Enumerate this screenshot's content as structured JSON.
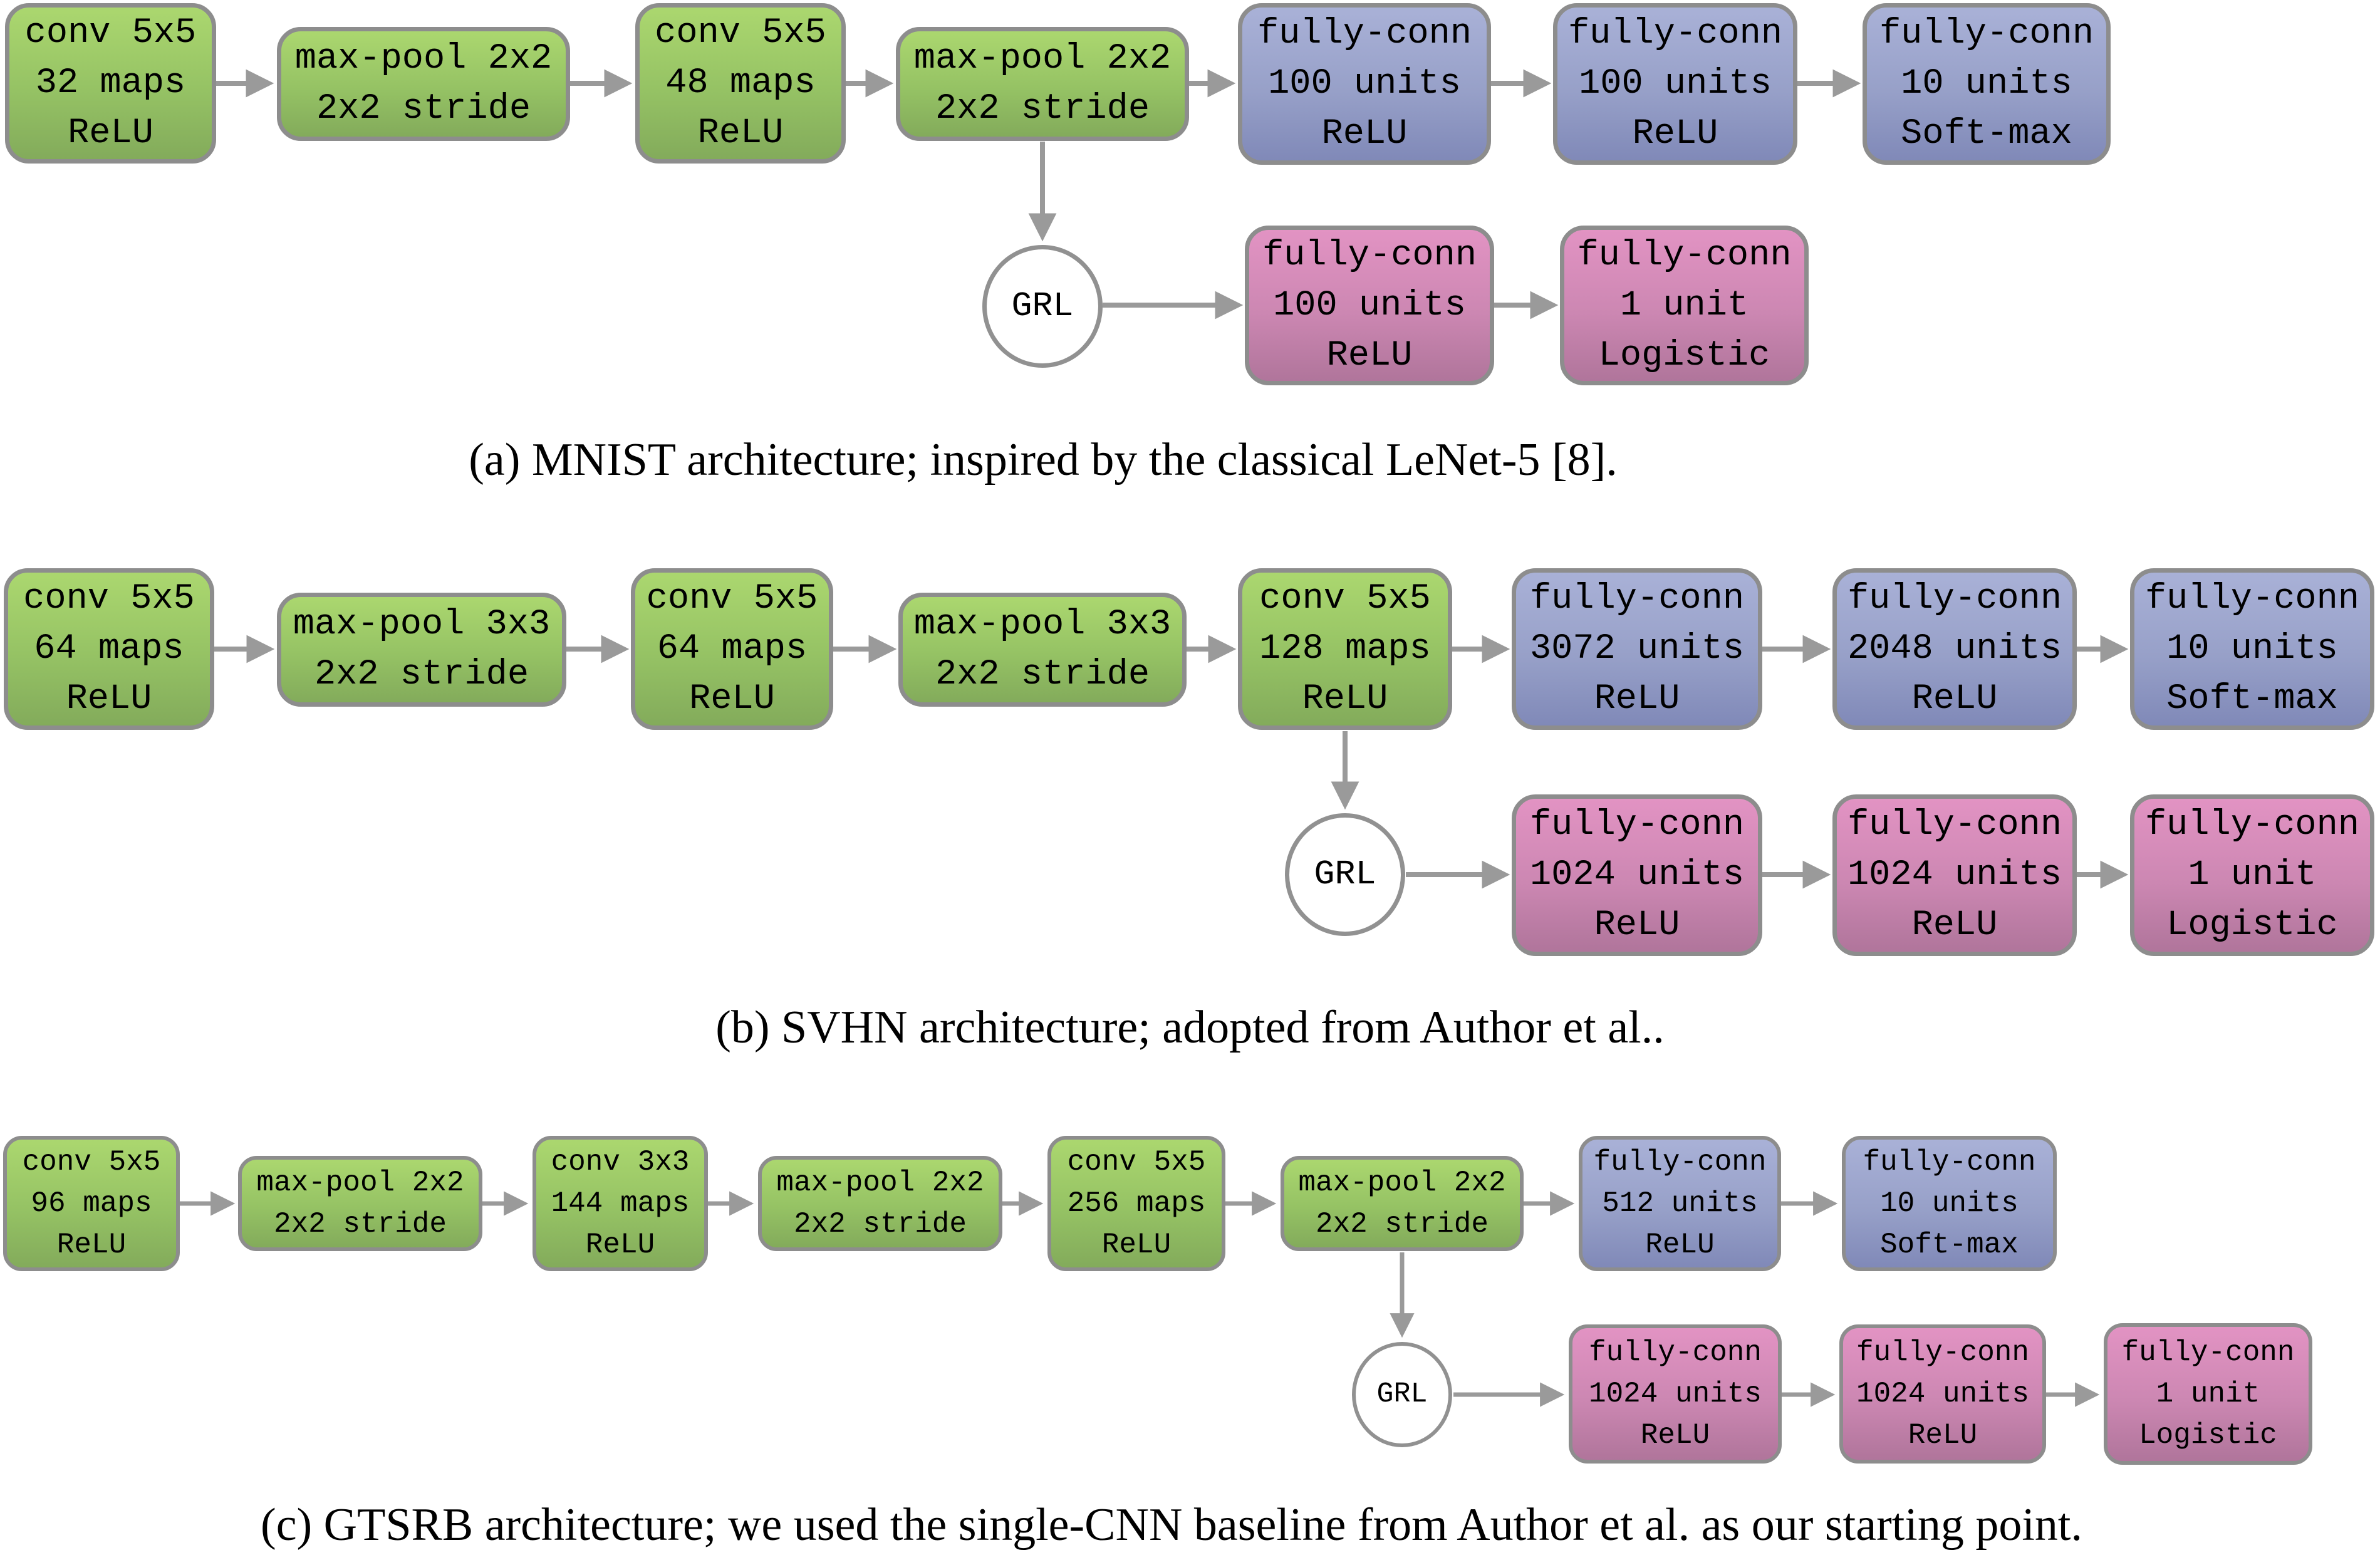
{
  "colors": {
    "conv_pool_box": "#95c264",
    "label_predictor_box": "#97a0c8",
    "domain_classifier_box": "#cc87b2",
    "box_border": "#8d8d8d",
    "arrow": "#9a9a9a",
    "text": "#000000"
  },
  "panels": [
    {
      "id": "a",
      "caption": "(a) MNIST architecture; inspired by the classical LeNet-5 [8].",
      "grl": "GRL",
      "main": [
        {
          "lines": [
            "conv 5x5",
            "32 maps",
            "ReLU"
          ]
        },
        {
          "lines": [
            "max-pool 2x2",
            "2x2 stride"
          ]
        },
        {
          "lines": [
            "conv 5x5",
            "48 maps",
            "ReLU"
          ]
        },
        {
          "lines": [
            "max-pool 2x2",
            "2x2 stride"
          ]
        },
        {
          "lines": [
            "fully-conn",
            "100 units",
            "ReLU"
          ]
        },
        {
          "lines": [
            "fully-conn",
            "100 units",
            "ReLU"
          ]
        },
        {
          "lines": [
            "fully-conn",
            "10 units",
            "Soft-max"
          ]
        }
      ],
      "branch": [
        {
          "lines": [
            "fully-conn",
            "100 units",
            "ReLU"
          ]
        },
        {
          "lines": [
            "fully-conn",
            "1 unit",
            "Logistic"
          ]
        }
      ]
    },
    {
      "id": "b",
      "caption": "(b) SVHN architecture; adopted from Author et al..",
      "grl": "GRL",
      "main": [
        {
          "lines": [
            "conv 5x5",
            "64 maps",
            "ReLU"
          ]
        },
        {
          "lines": [
            "max-pool 3x3",
            "2x2 stride"
          ]
        },
        {
          "lines": [
            "conv 5x5",
            "64 maps",
            "ReLU"
          ]
        },
        {
          "lines": [
            "max-pool 3x3",
            "2x2 stride"
          ]
        },
        {
          "lines": [
            "conv 5x5",
            "128 maps",
            "ReLU"
          ]
        },
        {
          "lines": [
            "fully-conn",
            "3072 units",
            "ReLU"
          ]
        },
        {
          "lines": [
            "fully-conn",
            "2048 units",
            "ReLU"
          ]
        },
        {
          "lines": [
            "fully-conn",
            "10 units",
            "Soft-max"
          ]
        }
      ],
      "branch": [
        {
          "lines": [
            "fully-conn",
            "1024 units",
            "ReLU"
          ]
        },
        {
          "lines": [
            "fully-conn",
            "1024 units",
            "ReLU"
          ]
        },
        {
          "lines": [
            "fully-conn",
            "1 unit",
            "Logistic"
          ]
        }
      ]
    },
    {
      "id": "c",
      "caption": "(c) GTSRB architecture; we used the single-CNN baseline from Author et al. as our starting point.",
      "grl": "GRL",
      "main": [
        {
          "lines": [
            "conv 5x5",
            "96 maps",
            "ReLU"
          ]
        },
        {
          "lines": [
            "max-pool 2x2",
            "2x2 stride"
          ]
        },
        {
          "lines": [
            "conv 3x3",
            "144 maps",
            "ReLU"
          ]
        },
        {
          "lines": [
            "max-pool 2x2",
            "2x2 stride"
          ]
        },
        {
          "lines": [
            "conv 5x5",
            "256 maps",
            "ReLU"
          ]
        },
        {
          "lines": [
            "max-pool 2x2",
            "2x2 stride"
          ]
        },
        {
          "lines": [
            "fully-conn",
            "512 units",
            "ReLU"
          ]
        },
        {
          "lines": [
            "fully-conn",
            "10 units",
            "Soft-max"
          ]
        }
      ],
      "branch": [
        {
          "lines": [
            "fully-conn",
            "1024 units",
            "ReLU"
          ]
        },
        {
          "lines": [
            "fully-conn",
            "1024 units",
            "ReLU"
          ]
        },
        {
          "lines": [
            "fully-conn",
            "1 unit",
            "Logistic"
          ]
        }
      ]
    }
  ]
}
